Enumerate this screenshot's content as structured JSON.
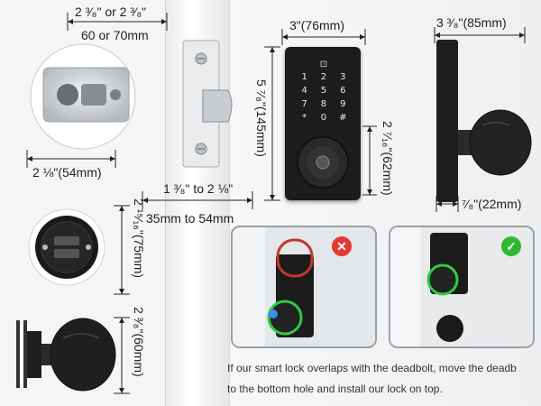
{
  "dimensions": {
    "backset_top": "2 ³⁄₈\" or 2 ³⁄₈\"",
    "backset_bottom": "60 or 70mm",
    "latch_face": "2 ⅛\"(54mm)",
    "door_thickness_inch": "1 ³⁄₈\" to 2 ⅛\"",
    "door_thickness_mm": "35mm to 54mm",
    "front_width": "3\"(76mm)",
    "front_height": "5 ⁷⁄₈\"(145mm)",
    "knob_height": "2 ⁷⁄₁₆\"(62mm)",
    "side_width": "3 ³⁄₈\"(85mm)",
    "side_depth": "⁷⁄₈\"(22mm)",
    "back_plate": "2 ¹⁵⁄₁₆\"(75mm)",
    "knob_diameter": "2 ³⁄₈\"(60mm)"
  },
  "keypad": {
    "keys": [
      "1",
      "2",
      "3",
      "4",
      "5",
      "6",
      "7",
      "8",
      "9",
      "*",
      "0",
      "#"
    ],
    "lock_symbol": "⊡"
  },
  "status": {
    "wrong_symbol": "✕",
    "right_symbol": "✓",
    "wrong_color": "#e53935",
    "right_color": "#2eb82e"
  },
  "caption": {
    "line1": "If our smart lock overlaps with the deadbolt, move the deadb",
    "line2": "to the bottom hole and install our lock on top."
  },
  "colors": {
    "lock_body": "#1c1c1c",
    "accent_ring": "#2ecc40"
  }
}
